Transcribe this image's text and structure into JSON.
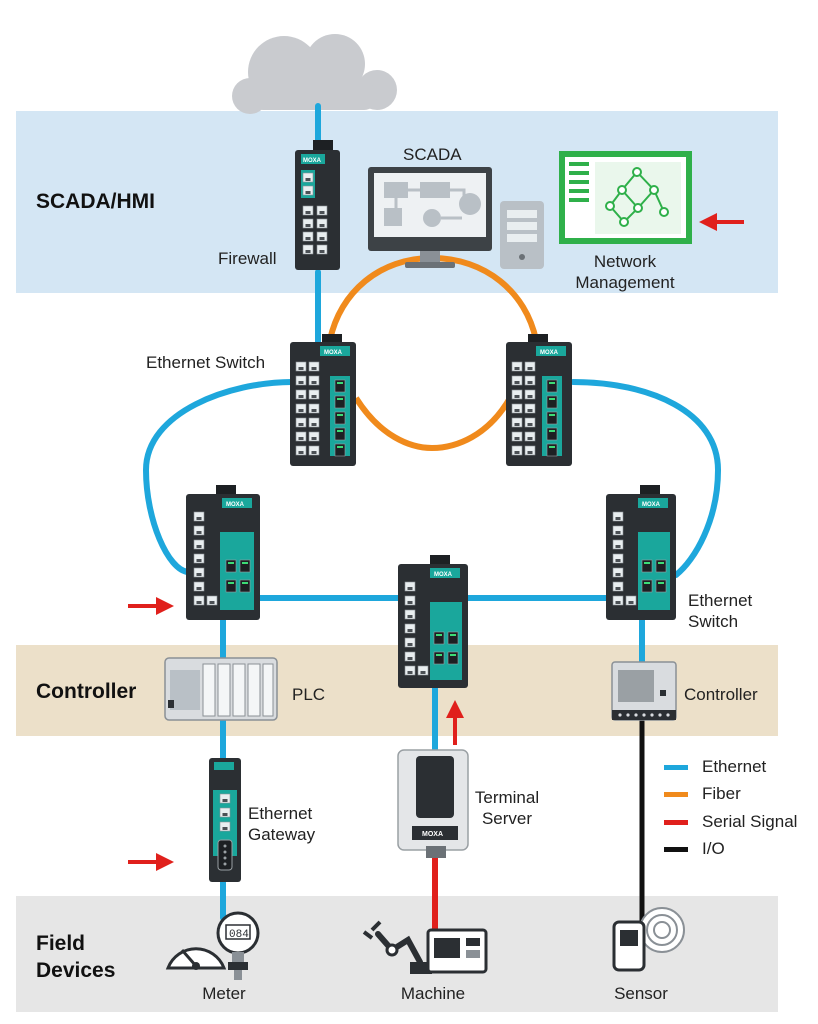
{
  "zones": {
    "scada_hmi": "SCADA/HMI",
    "controller": "Controller",
    "field_devices_line1": "Field",
    "field_devices_line2": "Devices"
  },
  "labels": {
    "firewall": "Firewall",
    "scada": "SCADA",
    "network_management_line1": "Network",
    "network_management_line2": "Management",
    "ethernet_switch_top": "Ethernet Switch",
    "ethernet_switch_right_line1": "Ethernet",
    "ethernet_switch_right_line2": "Switch",
    "plc": "PLC",
    "controller_device": "Controller",
    "ethernet_gateway_line1": "Ethernet",
    "ethernet_gateway_line2": "Gateway",
    "terminal_server_line1": "Terminal",
    "terminal_server_line2": "Server",
    "meter": "Meter",
    "machine": "Machine",
    "sensor": "Sensor",
    "meter_readout": "084",
    "brand": "MOXA"
  },
  "legend": [
    {
      "label": "Ethernet",
      "color": "#1ea7dc"
    },
    {
      "label": "Fiber",
      "color": "#f08a1c"
    },
    {
      "label": "Serial Signal",
      "color": "#e0201c"
    },
    {
      "label": "I/O",
      "color": "#111111"
    }
  ],
  "colors": {
    "scada_band": "#d4e6f4",
    "controller_band": "#ece0c9",
    "field_band": "#e6e6e6",
    "ethernet": "#1ea7dc",
    "fiber": "#f08a1c",
    "serial": "#e0201c",
    "io": "#111111",
    "device_body": "#2b2f33",
    "device_teal": "#1aa79c",
    "nms_green": "#2fb04a",
    "arrow": "#e0201c"
  }
}
